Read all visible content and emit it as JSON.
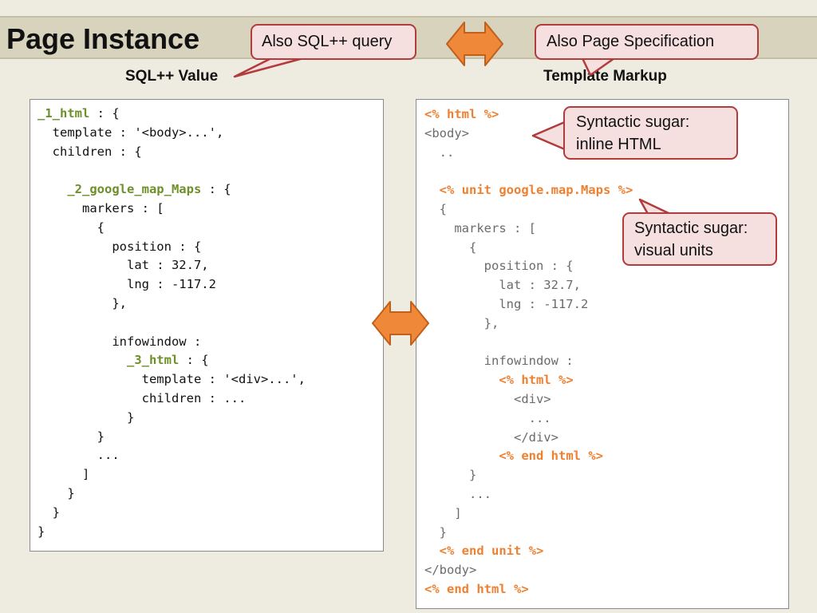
{
  "slide": {
    "title": "Page Instance"
  },
  "callouts": {
    "sqlpp_query": "Also SQL++ query",
    "page_spec": "Also Page Specification",
    "inline_html": [
      "Syntactic sugar:",
      "inline HTML"
    ],
    "visual_units": [
      "Syntactic sugar:",
      "visual units"
    ]
  },
  "labels": {
    "left": "SQL++ Value",
    "right": "Template Markup"
  },
  "left_code": [
    [
      {
        "t": "_1_html",
        "c": "green"
      },
      {
        "t": " : {",
        "c": "dark"
      }
    ],
    [
      {
        "t": "  template : '<body>...',",
        "c": "dark"
      }
    ],
    [
      {
        "t": "  children : {",
        "c": "dark"
      }
    ],
    [],
    [
      {
        "t": "    ",
        "c": "dark"
      },
      {
        "t": "_2_google_map_Maps",
        "c": "green"
      },
      {
        "t": " : {",
        "c": "dark"
      }
    ],
    [
      {
        "t": "      markers : [",
        "c": "dark"
      }
    ],
    [
      {
        "t": "        {",
        "c": "dark"
      }
    ],
    [
      {
        "t": "          position : {",
        "c": "dark"
      }
    ],
    [
      {
        "t": "            lat : 32.7,",
        "c": "dark"
      }
    ],
    [
      {
        "t": "            lng : -117.2",
        "c": "dark"
      }
    ],
    [
      {
        "t": "          },",
        "c": "dark"
      }
    ],
    [],
    [
      {
        "t": "          infowindow :",
        "c": "dark"
      }
    ],
    [
      {
        "t": "            ",
        "c": "dark"
      },
      {
        "t": "_3_html",
        "c": "green"
      },
      {
        "t": " : {",
        "c": "dark"
      }
    ],
    [
      {
        "t": "              template : '<div>...',",
        "c": "dark"
      }
    ],
    [
      {
        "t": "              children : ...",
        "c": "dark"
      }
    ],
    [
      {
        "t": "            }",
        "c": "dark"
      }
    ],
    [
      {
        "t": "        }",
        "c": "dark"
      }
    ],
    [
      {
        "t": "        ...",
        "c": "dark"
      }
    ],
    [
      {
        "t": "      ]",
        "c": "dark"
      }
    ],
    [
      {
        "t": "    }",
        "c": "dark"
      }
    ],
    [
      {
        "t": "  }",
        "c": "dark"
      }
    ],
    [
      {
        "t": "}",
        "c": "dark"
      }
    ]
  ],
  "right_code": [
    [
      {
        "t": "<% html %>",
        "c": "orange"
      }
    ],
    [
      {
        "t": "<body>",
        "c": "gray"
      }
    ],
    [
      {
        "t": "  ..",
        "c": "gray"
      }
    ],
    [],
    [
      {
        "t": "  ",
        "c": "gray"
      },
      {
        "t": "<% unit google.map.Maps %>",
        "c": "orange"
      }
    ],
    [
      {
        "t": "  {",
        "c": "gray"
      }
    ],
    [
      {
        "t": "    markers : [",
        "c": "gray"
      }
    ],
    [
      {
        "t": "      {",
        "c": "gray"
      }
    ],
    [
      {
        "t": "        position : {",
        "c": "gray"
      }
    ],
    [
      {
        "t": "          lat : 32.7,",
        "c": "gray"
      }
    ],
    [
      {
        "t": "          lng : -117.2",
        "c": "gray"
      }
    ],
    [
      {
        "t": "        },",
        "c": "gray"
      }
    ],
    [],
    [
      {
        "t": "        infowindow :",
        "c": "gray"
      }
    ],
    [
      {
        "t": "          ",
        "c": "gray"
      },
      {
        "t": "<% html %>",
        "c": "orange"
      }
    ],
    [
      {
        "t": "            <div>",
        "c": "gray"
      }
    ],
    [
      {
        "t": "              ...",
        "c": "gray"
      }
    ],
    [
      {
        "t": "            </div>",
        "c": "gray"
      }
    ],
    [
      {
        "t": "          ",
        "c": "gray"
      },
      {
        "t": "<% end html %>",
        "c": "orange"
      }
    ],
    [
      {
        "t": "      }",
        "c": "gray"
      }
    ],
    [
      {
        "t": "      ...",
        "c": "gray"
      }
    ],
    [
      {
        "t": "    ]",
        "c": "gray"
      }
    ],
    [
      {
        "t": "  }",
        "c": "gray"
      }
    ],
    [
      {
        "t": "  ",
        "c": "gray"
      },
      {
        "t": "<% end unit %>",
        "c": "orange"
      }
    ],
    [
      {
        "t": "</body>",
        "c": "gray"
      }
    ],
    [
      {
        "t": "<% end html %>",
        "c": "orange"
      }
    ]
  ],
  "icons": {
    "top_arrow": "double-headed-arrow-icon",
    "middle_arrow": "double-headed-arrow-icon"
  },
  "colors": {
    "background": "#eeebe0",
    "title_band": "#d8d3bd",
    "callout_fill": "#f5dfdf",
    "callout_border": "#b03c3c",
    "keyword_green": "#6f8f2a",
    "keyword_orange": "#ee8032",
    "arrow_fill": "#f0883a",
    "arrow_stroke": "#c0601a"
  }
}
